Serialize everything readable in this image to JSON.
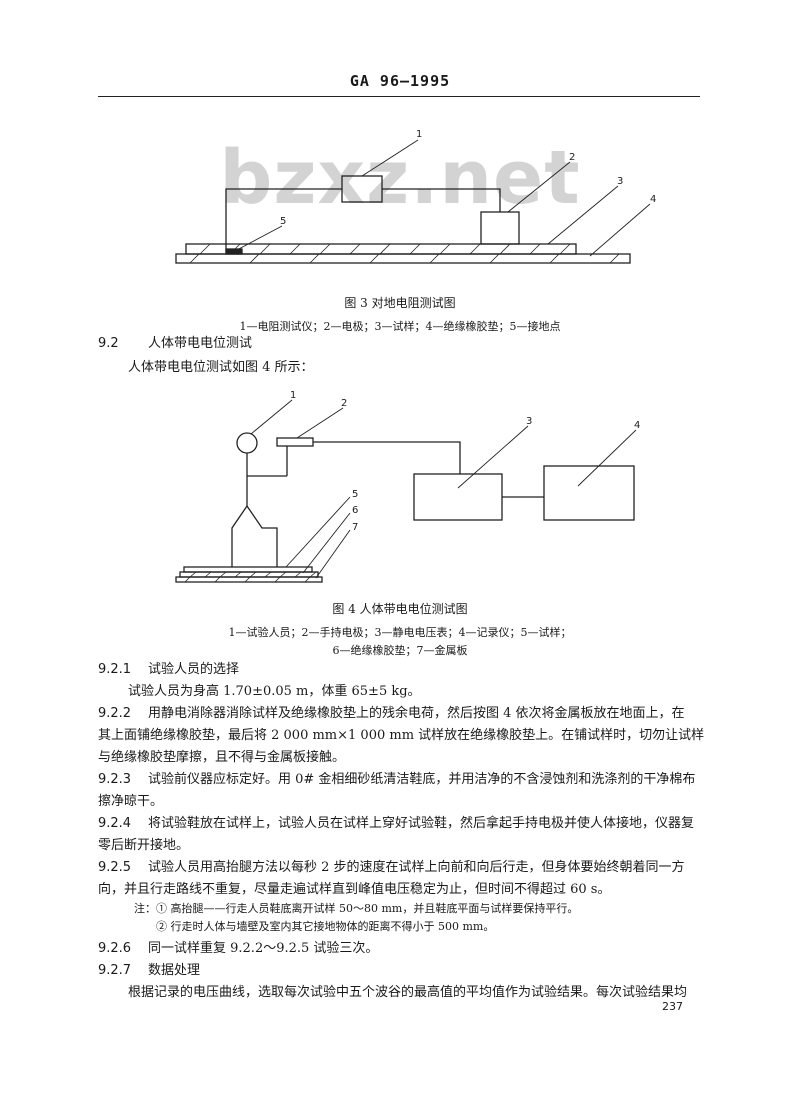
{
  "header": {
    "standard_code": "GA 96—1995"
  },
  "watermark": "bzxz.net",
  "figure3": {
    "caption": "图 3  对地电阻测试图",
    "legend": "1—电阻测试仪；2—电极；3—试样；4—绝缘橡胶垫；5—接地点",
    "labels": [
      "1",
      "2",
      "3",
      "4",
      "5"
    ]
  },
  "section_9_2": {
    "number": "9.2",
    "title": "人体带电电位测试",
    "intro": "人体带电电位测试如图 4 所示："
  },
  "figure4": {
    "caption": "图 4  人体带电电位测试图",
    "legend_line1": "1—试验人员；2—手持电极；3—静电电压表；4—记录仪；5—试样；",
    "legend_line2": "6—绝缘橡胶垫；7—金属板",
    "labels": [
      "1",
      "2",
      "3",
      "4",
      "5",
      "6",
      "7"
    ]
  },
  "s921": {
    "number": "9.2.1",
    "title": "试验人员的选择",
    "text": "试验人员为身高 1.70±0.05 m，体重 65±5 kg。"
  },
  "s922": {
    "number": "9.2.2",
    "text1": "用静电消除器消除试样及绝缘橡胶垫上的残余电荷，然后按图 4 依次将金属板放在地面上，在",
    "text2": "其上面铺绝缘橡胶垫，最后将 2 000 mm×1 000 mm 试样放在绝缘橡胶垫上。在铺试样时，切勿让试样",
    "text3": "与绝缘橡胶垫摩擦，且不得与金属板接触。"
  },
  "s923": {
    "number": "9.2.3",
    "text1": "试验前仪器应标定好。用 0# 金相细砂纸清洁鞋底，并用洁净的不含浸蚀剂和洗涤剂的干净棉布",
    "text2": "擦净晾干。"
  },
  "s924": {
    "number": "9.2.4",
    "text1": "将试验鞋放在试样上，试验人员在试样上穿好试验鞋，然后拿起手持电极并使人体接地，仪器复",
    "text2": "零后断开接地。"
  },
  "s925": {
    "number": "9.2.5",
    "text1": "试验人员用高抬腿方法以每秒 2 步的速度在试样上向前和向后行走，但身体要始终朝着同一方",
    "text2": "向，并且行走路线不重复，尽量走遍试样直到峰值电压稳定为止，但时间不得超过 60 s。",
    "note1": "注：① 高抬腿——行走人员鞋底离开试样 50～80 mm，并且鞋底平面与试样要保持平行。",
    "note2": "② 行走时人体与墙壁及室内其它接地物体的距离不得小于 500 mm。"
  },
  "s926": {
    "number": "9.2.6",
    "text": "同一试样重复 9.2.2～9.2.5 试验三次。"
  },
  "s927": {
    "number": "9.2.7",
    "title": "数据处理",
    "text": "根据记录的电压曲线，选取每次试验中五个波谷的最高值的平均值作为试验结果。每次试验结果均"
  },
  "page_number": "237"
}
